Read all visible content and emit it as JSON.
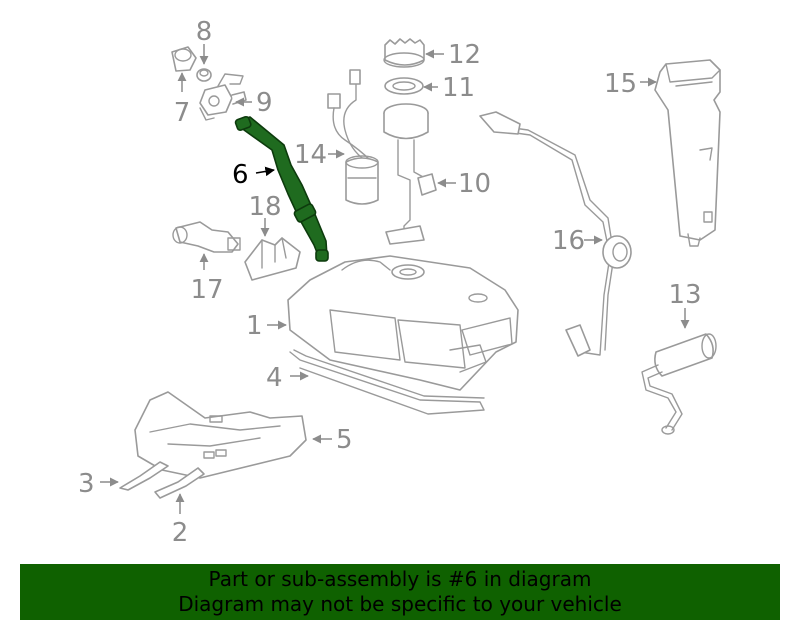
{
  "diagram": {
    "highlight_color": "#1f6b1f",
    "callouts": {
      "c1": "1",
      "c2": "2",
      "c3": "3",
      "c4": "4",
      "c5": "5",
      "c6": "6",
      "c7": "7",
      "c8": "8",
      "c9": "9",
      "c10": "10",
      "c11": "11",
      "c12": "12",
      "c13": "13",
      "c14": "14",
      "c15": "15",
      "c16": "16",
      "c17": "17",
      "c18": "18"
    },
    "highlighted_part": "6"
  },
  "banner": {
    "background": "#0f6100",
    "line1": "Part or sub-assembly is #6 in diagram",
    "line2": "Diagram may not be specific to your vehicle"
  }
}
